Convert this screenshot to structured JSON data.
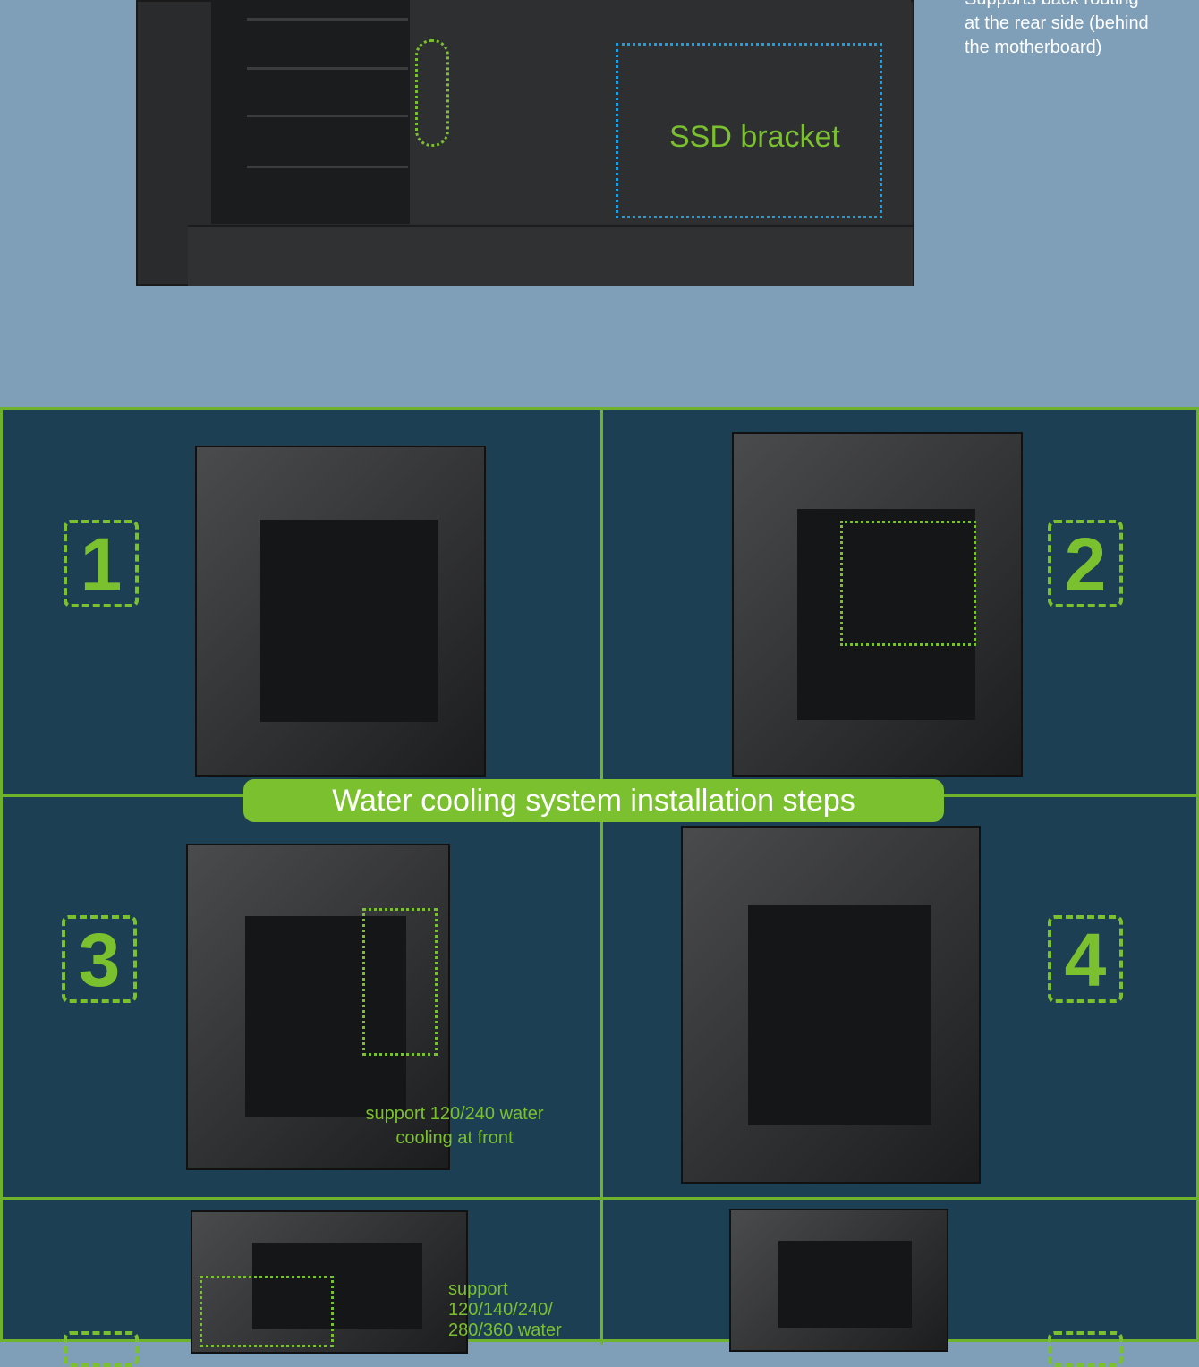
{
  "top_section": {
    "ssd_label": "SSD bracket",
    "note_lines": [
      "Supports back routing",
      "at the rear side (behind",
      "the motherboard)"
    ]
  },
  "steps_section": {
    "title": "Water cooling system installation steps",
    "steps": [
      "1",
      "2",
      "3",
      "4"
    ],
    "captions": {
      "front": [
        "support 120/240 water",
        "cooling at front"
      ],
      "top": [
        "support",
        "120/140/240/",
        "280/360 water"
      ]
    }
  },
  "colors": {
    "accent": "#7bc02f",
    "panel_bg": "#1d3f53",
    "top_bg": "#7f9fb9",
    "ssd_outline": "#1aa0e6"
  }
}
